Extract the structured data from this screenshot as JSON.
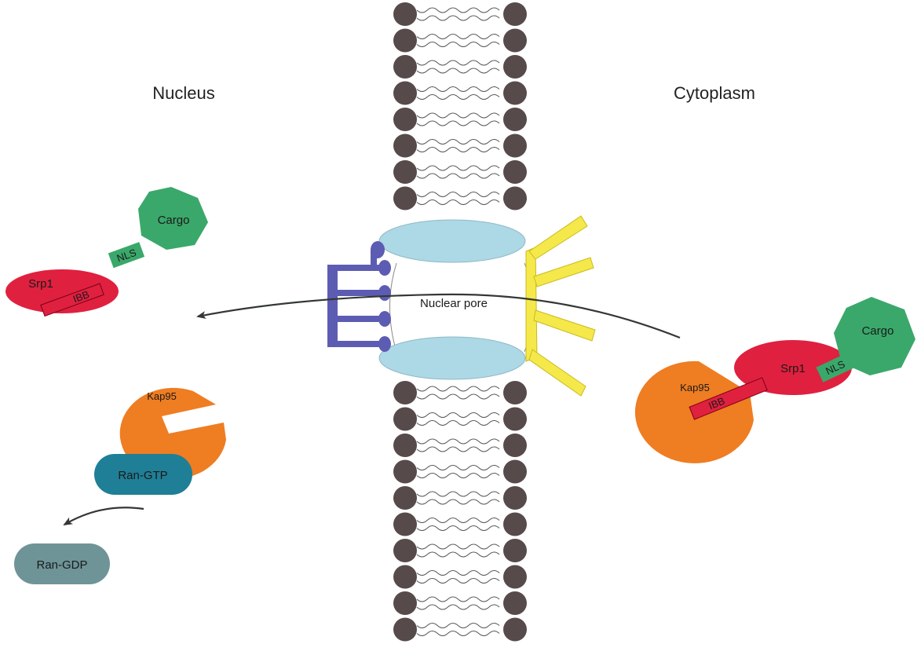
{
  "regions": {
    "nucleus": "Nucleus",
    "cytoplasm": "Cytoplasm"
  },
  "pore": {
    "label": "Nuclear pore"
  },
  "nucleus_side": {
    "cargo": "Cargo",
    "nls": "NLS",
    "srp1": "Srp1",
    "ibb": "IBB",
    "kap95": "Kap95",
    "ran_gtp": "Ran-GTP",
    "ran_gdp": "Ran-GDP"
  },
  "cytoplasm_side": {
    "cargo": "Cargo",
    "nls": "NLS",
    "srp1": "Srp1",
    "ibb": "IBB",
    "kap95": "Kap95"
  },
  "colors": {
    "membrane_head": "#574a4a",
    "pore_ring": "#add8e6",
    "nuclear_basket": "#5d5cb3",
    "cytoplasmic_filaments": "#f5e84a",
    "cargo": "#3aa86a",
    "srp1": "#e0203f",
    "kap95": "#ef7d22",
    "ran_gtp": "#1f7f96",
    "ran_gdp": "#6e9498",
    "arrow": "#333833"
  }
}
